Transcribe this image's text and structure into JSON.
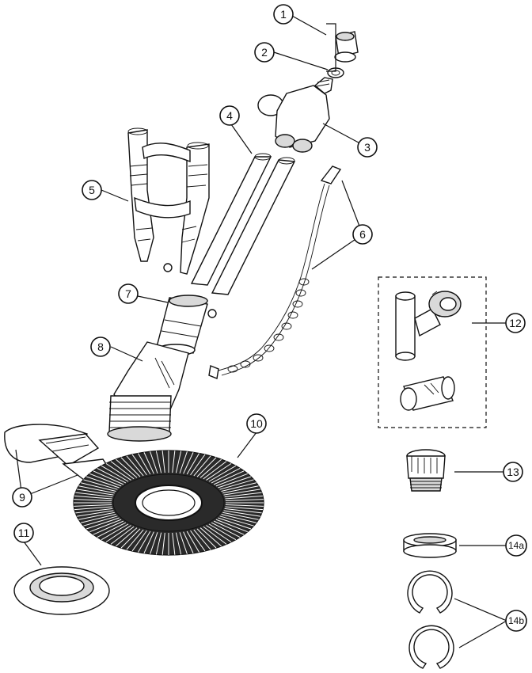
{
  "callouts": [
    {
      "id": "c1",
      "label": "1"
    },
    {
      "id": "c2",
      "label": "2"
    },
    {
      "id": "c3",
      "label": "3"
    },
    {
      "id": "c4",
      "label": "4"
    },
    {
      "id": "c5",
      "label": "5"
    },
    {
      "id": "c6",
      "label": "6"
    },
    {
      "id": "c7",
      "label": "7"
    },
    {
      "id": "c8",
      "label": "8"
    },
    {
      "id": "c9",
      "label": "9"
    },
    {
      "id": "c10",
      "label": "10"
    },
    {
      "id": "c11",
      "label": "11"
    },
    {
      "id": "c12",
      "label": "12"
    },
    {
      "id": "c13",
      "label": "13"
    },
    {
      "id": "c14a",
      "label": "14a"
    },
    {
      "id": "c14b",
      "label": "14b"
    }
  ]
}
